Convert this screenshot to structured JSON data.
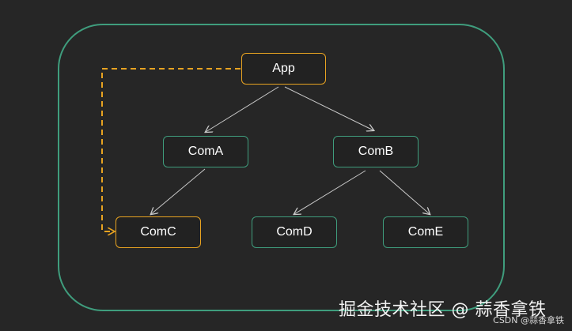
{
  "diagram": {
    "nodes": [
      {
        "id": "app",
        "label": "App",
        "highlight": true
      },
      {
        "id": "coma",
        "label": "ComA",
        "highlight": false
      },
      {
        "id": "comb",
        "label": "ComB",
        "highlight": false
      },
      {
        "id": "comc",
        "label": "ComC",
        "highlight": true
      },
      {
        "id": "comd",
        "label": "ComD",
        "highlight": false
      },
      {
        "id": "come",
        "label": "ComE",
        "highlight": false
      }
    ],
    "edges": [
      {
        "from": "App",
        "to": "ComA",
        "style": "solid"
      },
      {
        "from": "App",
        "to": "ComB",
        "style": "solid"
      },
      {
        "from": "ComA",
        "to": "ComC",
        "style": "solid"
      },
      {
        "from": "ComB",
        "to": "ComD",
        "style": "solid"
      },
      {
        "from": "ComB",
        "to": "ComE",
        "style": "solid"
      },
      {
        "from": "App",
        "to": "ComC",
        "style": "dashed"
      }
    ],
    "colors": {
      "background": "#262626",
      "container_border": "#3f9d7d",
      "node_border": "#3f9d7d",
      "highlight": "#e8a321",
      "edge": "#c8c8c8"
    }
  },
  "watermark": {
    "text": "掘金技术社区 @ 蒜香拿铁",
    "csdn": "CSDN @蒜香拿铁"
  }
}
